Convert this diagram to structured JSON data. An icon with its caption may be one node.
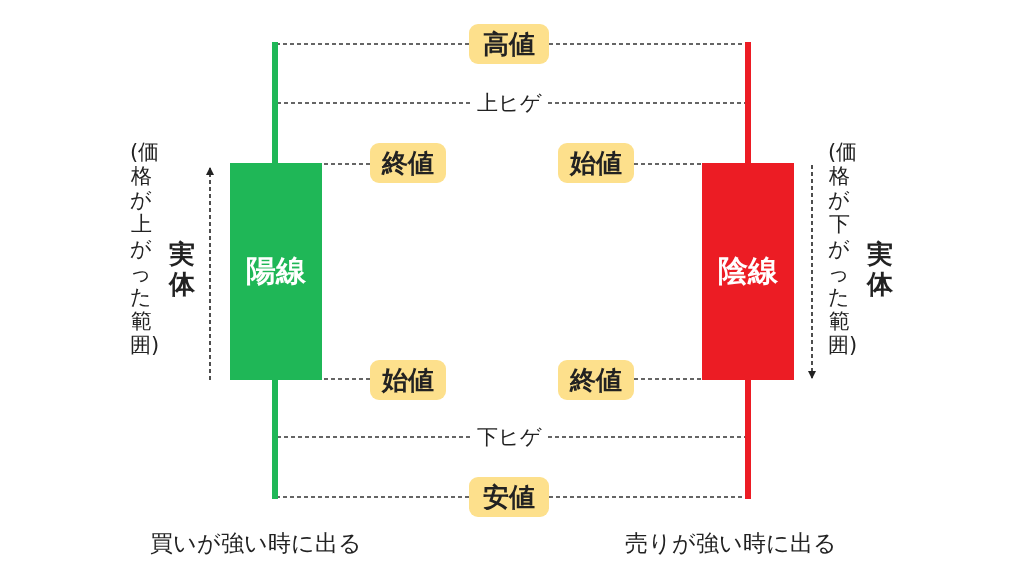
{
  "diagram": {
    "nodes": [
      {
        "text": [
          "高値"
        ]
      },
      {
        "text": [],
        "shape": "bar"
      },
      {
        "text": [],
        "shape": "bar"
      },
      {
        "text": [
          "上ヒゲ"
        ]
      },
      {
        "text": [
          "終値"
        ]
      },
      {
        "text": [
          "始値"
        ]
      },
      {
        "text": [
          "陽線"
        ]
      },
      {
        "text": [
          "陰線"
        ]
      },
      {
        "text": [
          "始値"
        ]
      },
      {
        "text": [
          "終値"
        ]
      },
      {
        "text": [
          "下ヒゲ"
        ]
      },
      {
        "text": [],
        "shape": "bar"
      },
      {
        "text": [],
        "shape": "bar"
      },
      {
        "text": [
          "安値"
        ]
      }
    ],
    "edges": [
      {
        "from": 0,
        "to": 1,
        "arrow": "none",
        "style": "dashed"
      },
      {
        "from": 0,
        "to": 2,
        "arrow": "none",
        "style": "dashed"
      },
      {
        "from": 3,
        "to": 1,
        "arrow": "none",
        "style": "dashed"
      },
      {
        "from": 3,
        "to": 2,
        "arrow": "none",
        "style": "dashed"
      },
      {
        "from": 4,
        "to": 6,
        "arrow": "none",
        "style": "dashed"
      },
      {
        "from": 5,
        "to": 7,
        "arrow": "none",
        "style": "dashed"
      },
      {
        "from": 8,
        "to": 6,
        "arrow": "none",
        "style": "dashed"
      },
      {
        "from": 9,
        "to": 7,
        "arrow": "none",
        "style": "dashed"
      },
      {
        "from": 10,
        "to": 11,
        "arrow": "none",
        "style": "dashed"
      },
      {
        "from": 10,
        "to": 12,
        "arrow": "none",
        "style": "dashed"
      },
      {
        "from": 13,
        "to": 11,
        "arrow": "none",
        "style": "dashed"
      },
      {
        "from": 13,
        "to": 12,
        "arrow": "none",
        "style": "dashed"
      }
    ],
    "labels": [
      "実体",
      "(価格が上がった範囲)",
      "実体",
      "(価格が下がった範囲)",
      "買いが強い時に出る",
      "売りが強い時に出る"
    ]
  }
}
